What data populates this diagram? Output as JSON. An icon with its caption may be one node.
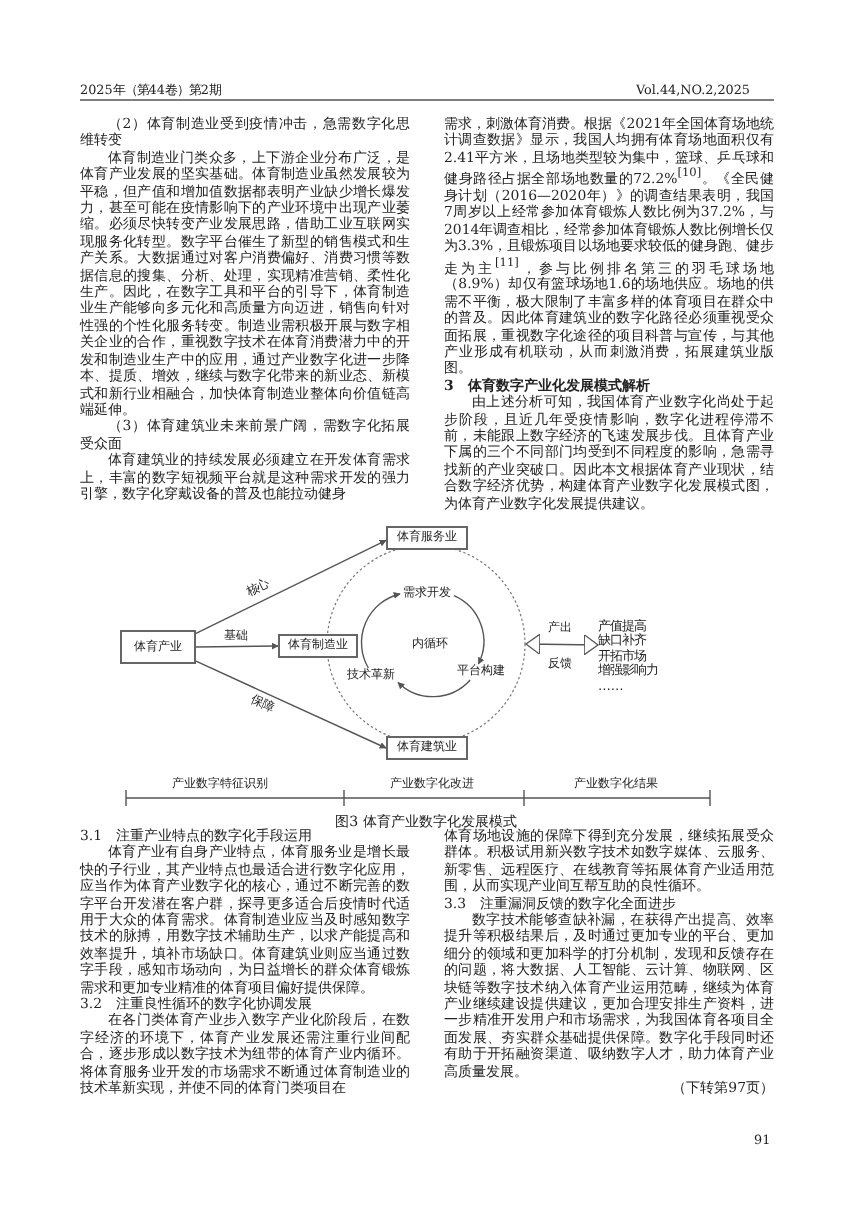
{
  "diagram": {
    "caption": "图3 体育产业数字化发展模式",
    "nodes": [
      {
        "text": [
          "体育服务业"
        ]
      },
      {
        "text": [
          "体育产业"
        ]
      },
      {
        "text": [
          "体育制造业"
        ]
      },
      {
        "text": [],
        "shape": "circle"
      },
      {
        "text": [
          "需求开发"
        ],
        "in": 3
      },
      {
        "text": [
          "平台构建"
        ],
        "in": 3
      },
      {
        "text": [
          "技术革新"
        ],
        "in": 3
      },
      {
        "text": [
          "体育建筑业"
        ]
      },
      {
        "text": [
          "产值提高",
          "缺口补齐",
          "开拓市场",
          "增强影响力",
          "……"
        ]
      }
    ],
    "edges": [
      {
        "from": 1,
        "to": 0,
        "arrow": "to",
        "label": "核心"
      },
      {
        "from": 1,
        "to": 2,
        "arrow": "to",
        "label": "基础"
      },
      {
        "from": 1,
        "to": 7,
        "arrow": "to",
        "label": "保障"
      },
      {
        "from": 4,
        "to": 5,
        "arrow": "to"
      },
      {
        "from": 5,
        "to": 6,
        "arrow": "to"
      },
      {
        "from": 6,
        "to": 4,
        "arrow": "to"
      },
      {
        "from": 3,
        "to": 8,
        "arrow": "both",
        "label": "产出"
      }
    ],
    "labels": [
      "2025年（第44卷）第2期",
      "Vol.44,NO.2,2025",
      "（2）体育制造业受到疫情冲击，急需数字化思维转变",
      "体育制造业门类众多，上下游企业分布广泛，是体育产业发展的坚实基础。体育制造业虽然发展较为平稳，但产值和增加值数据都表明产业缺少增长爆发力，甚至可能在疫情影响下的产业环境中出现产业萎缩。必须尽快转变产业发展思路，借助工业互联网实现服务化转型。数字平台催生了新型的销售模式和生产关系。大数据通过对客户消费偏好、消费习惯等数据信息的搜集、分析、处理，实现精准营销、柔性化生产。因此，在数字工具和平台的引导下，体育制造业生产能够向多元化和高质量方向迈进，销售向针对性强的个性化服务转变。制造业需积极开展与数字相关企业的合作，重视数字技术在体育消费潜力中的开发和制造业生产中的应用，通过产业数字化进一步降本、提质、增效，继续与数字化带来的新业态、新模式和新行业相融合，加快体育制造业整体向价值链高端延伸。",
      "（3）体育建筑业未来前景广阔，需数字化拓展受众面",
      "体育建筑业的持续发展必须建立在开发体育需求上，丰富的数字短视频平台就是这种需求开发的强力引擎，数字化穿戴设备的普及也能拉动健身",
      "需求，刺激体育消费。根据《2021年全国体育场地统计调查数据》显示，我国人均拥有体育场地面积仅有2.41平方米，且场地类型较为集中，篮球、乒乓球和健身路径占据全部场地数量的72.2%$^{[10]}$。《全民健身计划（2016—2020年）》的调查结果表明，我国7周岁以上经常参加体育锻炼人数比例为37.2%，与2014年调查相比，经常参加体育锻炼人数比例增长仅为3.3%，且锻炼项目以场地要求较低的健身跑、健步走为主$^{[11]}$，参与比例排名第三的羽毛球场地（8.9%）却仅有篮球场地1.6的场地供应。场地的供需不平衡，极大限制了丰富多样的体育项目在群众中的普及。因此体育建筑业的数字化路径必须重视受众面拓展，重视数字化途径的项目科普与宣传，与其他产业形成有机联动，从而刺激消费，拓展建筑业版图。",
      "3　体育数字产业化发展模式解析",
      "由上述分析可知，我国体育产业数字化尚处于起步阶段，且近几年受疫情影响，数字化进程停滞不前，未能跟上数字经济的飞速发展步伐。且体育产业下属的三个不同部门均受到不同程度的影响，急需寻找新的产业突破口。因此本文根据体育产业现状，结合数字经济优势，构建体育产业数字化发展模式图，为体育产业数字化发展提供建议。",
      "内循环",
      "反馈",
      "产业数字特征识别",
      "产业数字化改进",
      "产业数字化结果",
      "3.1　注重产业特点的数字化手段运用",
      "体育产业有自身产业特点，体育服务业是增长最快的子行业，其产业特点也最适合进行数字化应用，应当作为体育产业数字化的核心，通过不断完善的数字平台开发潜在客户群，探寻更多适合后疫情时代适用于大众的体育需求。体育制造业应当及时感知数字技术的脉搏，用数字技术辅助生产，以求产能提高和效率提升，填补市场缺口。体育建筑业则应当通过数字手段，感知市场动向，为日益增长的群众体育锻炼需求和更加专业精准的体育项目偏好提供保障。",
      "3.2　注重良性循环的数字化协调发展",
      "在各门类体育产业步入数字产业化阶段后，在数字经济的环境下，体育产业发展还需注重行业间配合，逐步形成以数字技术为纽带的体育产业内循环。将体育服务业开发的市场需求不断通过体育制造业的技术革新实现，并使不同的体育门类项目在",
      "体育场地设施的保障下得到充分发展，继续拓展受众群体。积极试用新兴数字技术如数字媒体、云服务、新零售、远程医疗、在线教育等拓展体育产业适用范围，从而实现产业间互帮互助的良性循环。",
      "3.3　注重漏洞反馈的数字化全面进步",
      "数字技术能够查缺补漏，在获得产出提高、效率提升等积极结果后，及时通过更加专业的平台、更加细分的领域和更加科学的打分机制，发现和反馈存在的问题，将大数据、人工智能、云计算、物联网、区块链等数字技术纳入体育产业运用范畴，继续为体育产业继续建设提供建议，更加合理安排生产资料，进一步精准开发用户和市场需求，为我国体育各项目全面发展、夯实群众基础提供保障。数字化手段同时还有助于开拓融资渠道、吸纳数字人才，助力体育产业高质量发展。",
      "（下转第97页）",
      "91"
    ]
  }
}
